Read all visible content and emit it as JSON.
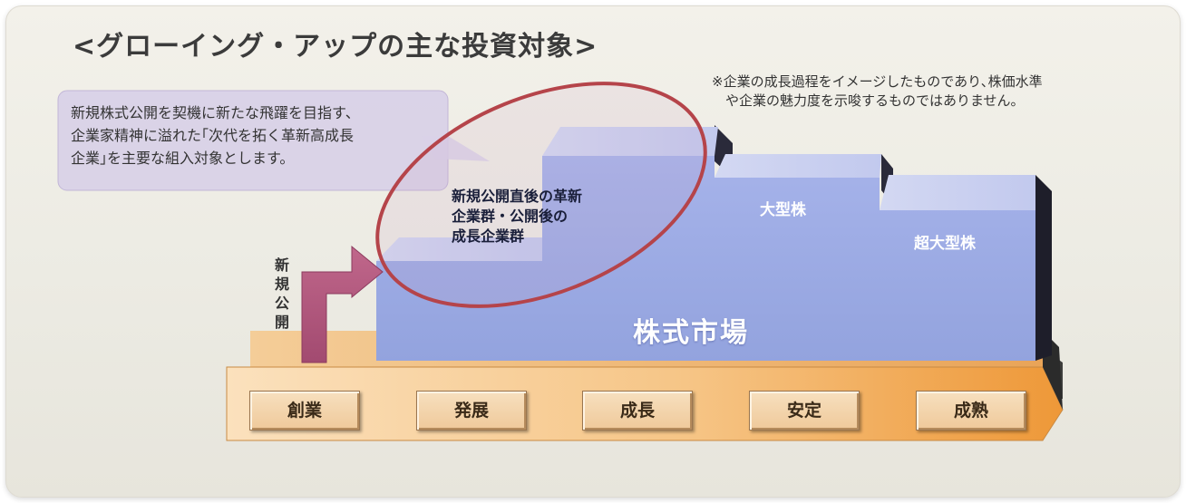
{
  "title": "<グローイング・アップの主な投資対象>",
  "note": "※企業の成長過程をイメージしたものであり､株価水準\n　や企業の魅力度を示唆するものではありません。",
  "callout": "新規株式公開を契機に新たな飛躍を目指す、\n企業家精神に溢れた｢次代を拓く革新高成長\n企業｣を主要な組入対象とします。",
  "labels": {
    "ipo_group": "新規公開直後の革新\n企業群・公開後の\n成長企業群",
    "large_cap": "大型株",
    "mega_cap": "超大型株",
    "market": "株式市場",
    "new_public": "新\n規\n公\n開"
  },
  "stages": [
    "創業",
    "発展",
    "成長",
    "安定",
    "成熟"
  ],
  "colors": {
    "block_top": "#c7cdef",
    "block_front": "#9aaae3",
    "floor": "#f0a34f",
    "arrow": "#b3557b",
    "ellipse": "#b5444a"
  }
}
